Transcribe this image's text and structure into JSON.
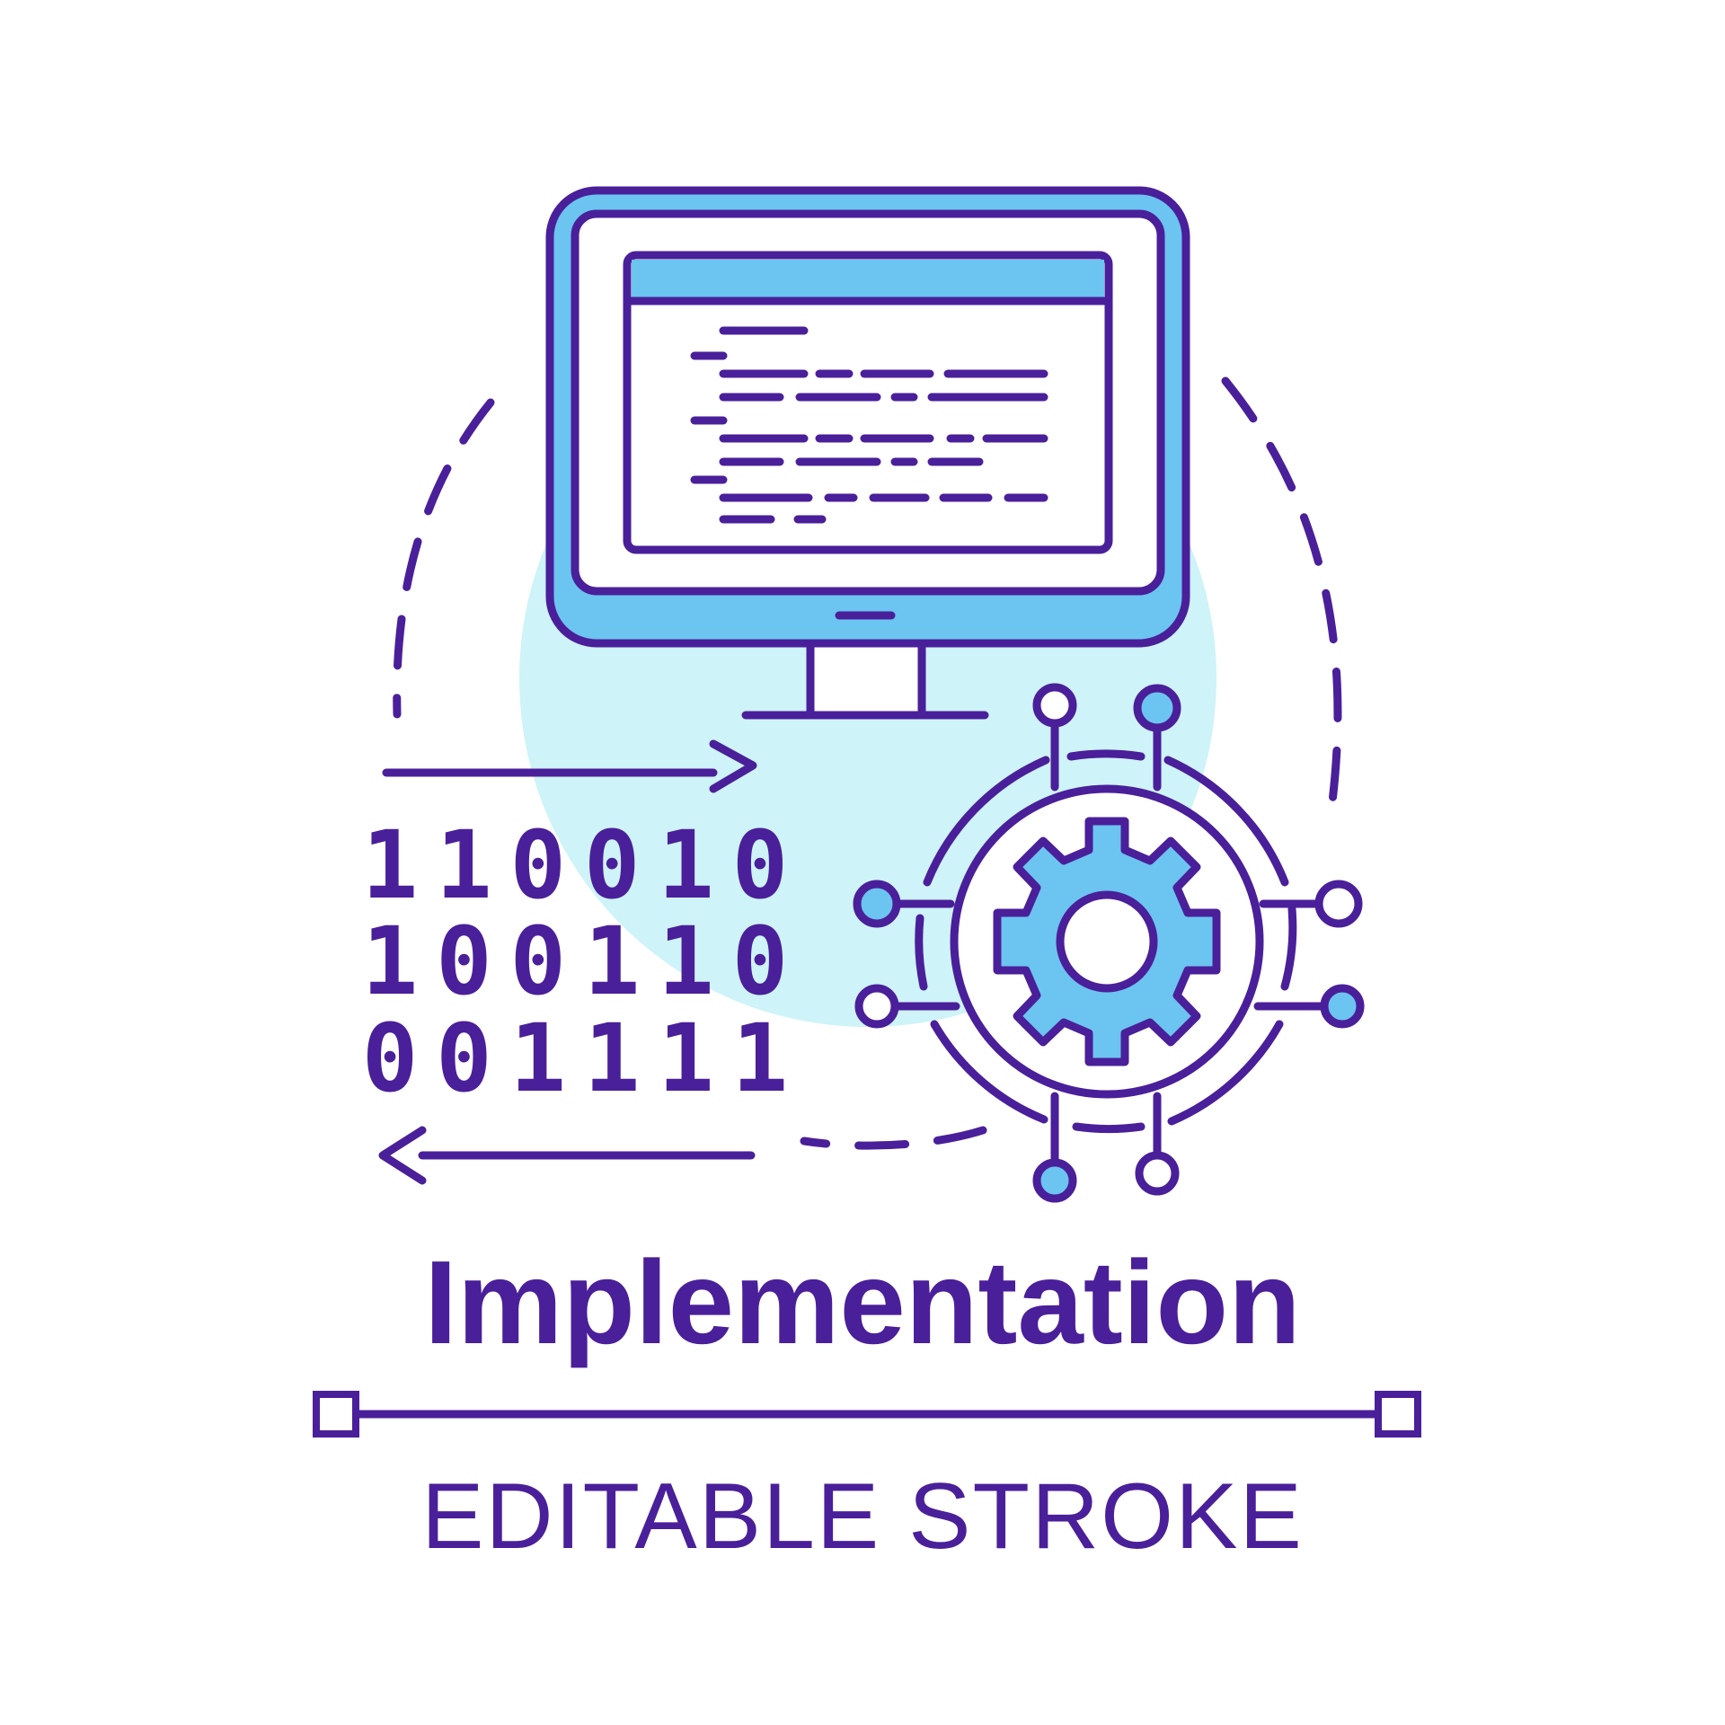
{
  "title": "Implementation",
  "subtitle": "EDITABLE STROKE",
  "binary": {
    "rows": [
      [
        "1",
        "1",
        "0",
        "0",
        "1",
        "0"
      ],
      [
        "1",
        "0",
        "0",
        "1",
        "1",
        "0"
      ],
      [
        "0",
        "0",
        "1",
        "1",
        "1",
        "1"
      ]
    ]
  },
  "colors": {
    "stroke": "#4a1f9a",
    "fill_blue": "#6cc4f0",
    "bg_circle": "#cef3f8",
    "background": "#ffffff"
  },
  "icons": [
    "computer-monitor-icon",
    "code-lines-icon",
    "gear-icon",
    "circuit-node-icon",
    "arrow-right-icon",
    "arrow-left-icon"
  ]
}
